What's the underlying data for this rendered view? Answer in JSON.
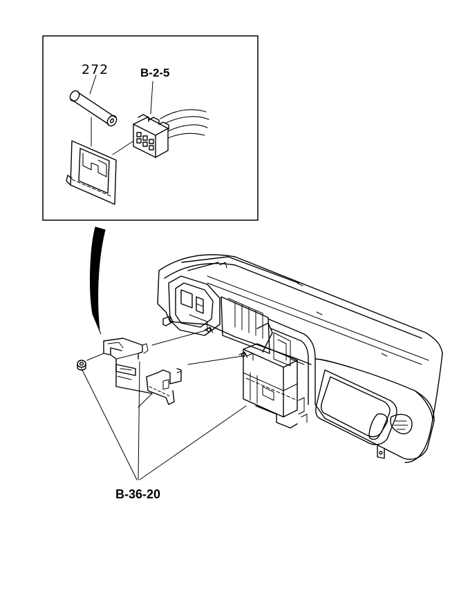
{
  "labels": {
    "part_272": "272",
    "ref_b25": "B-2-5",
    "ref_b3620": "B-36-20"
  }
}
